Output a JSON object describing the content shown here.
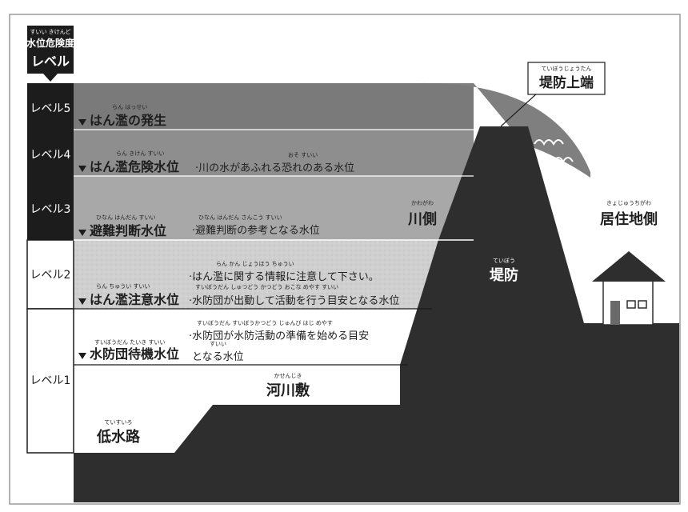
{
  "header": {
    "ruby": "すいい きけんど",
    "title": "水位危険度",
    "subtitle": "レベル"
  },
  "levels": [
    {
      "label": "レベル5",
      "name": "はん濫の発生",
      "name_ruby": "らん はっせい",
      "desc": ""
    },
    {
      "label": "レベル4",
      "name": "はん濫危険水位",
      "name_ruby": "らん きけん すいい",
      "desc": "·川の水があふれる恐れのある水位",
      "desc_ruby": "おそ すいい"
    },
    {
      "label": "レベル3",
      "name": "避難判断水位",
      "name_ruby": "ひなん はんだん すいい",
      "desc": "·避難判断の参考となる水位",
      "desc_ruby": "ひなん はんだん さんこう すいい"
    },
    {
      "label": "レベル2",
      "name": "はん濫注意水位",
      "name_ruby": "らん ちゅうい すいい",
      "desc": "·はん濫に関する情報に注意して下さい。",
      "desc_ruby": "らん かん じょうほう ちゅうい",
      "desc2": "·水防団が出動して活動を行う目安となる水位",
      "desc2_ruby": "すいぼうだん しゅつどう かつどう おこな めやす すいい"
    },
    {
      "label": "レベル1",
      "name": "水防団待機水位",
      "name_ruby": "すいぼうだん たいき すいい",
      "desc": "·水防団が水防活動の準備を始める目安",
      "desc_ruby": "すいぼうだん すいぼうかつどう じゅんび はじ めやす",
      "desc2": "となる水位",
      "desc2_ruby": "すいい"
    }
  ],
  "areas": {
    "river_side": {
      "ruby": "かわがわ",
      "label": "川側"
    },
    "residential_side": {
      "ruby": "きょじゅうちがわ",
      "label": "居住地側"
    },
    "levee": {
      "ruby": "ていぼう",
      "label": "堤防"
    },
    "levee_top": {
      "ruby": "ていぼうじょうたん",
      "label": "堤防上端"
    },
    "floodplain": {
      "ruby": "かせんじき",
      "label": "河川敷"
    },
    "low_channel": {
      "ruby": "ていすいろ",
      "label": "低水路"
    }
  },
  "colors": {
    "ground": "#2e2e2e",
    "level5_band": "#7a7a7a",
    "level4_band": "#8e8e8e",
    "level3_band": "#a8a8a8",
    "level2_band": "#d6d6d6",
    "label_dark": "#1c1c1c"
  },
  "icons": {
    "level_marker": "triangle-down-icon"
  }
}
